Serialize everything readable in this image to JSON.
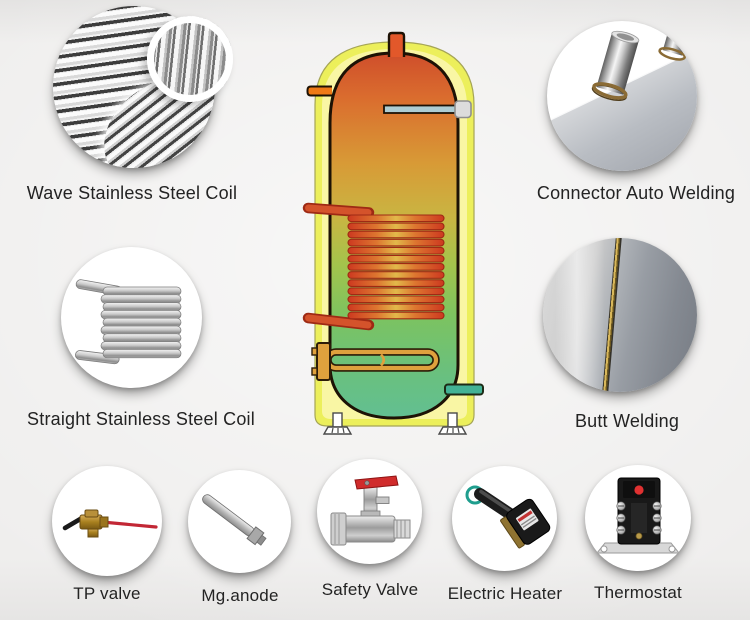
{
  "title": "Hot water tank cutaway with component callouts",
  "features": [
    {
      "label": "Wave Stainless Steel Coil"
    },
    {
      "label": "Connector Auto Welding"
    },
    {
      "label": "Straight Stainless Steel Coil"
    },
    {
      "label": "Butt Welding"
    }
  ],
  "parts": [
    {
      "label": "TP valve"
    },
    {
      "label": "Mg.anode"
    },
    {
      "label": "Safety Valve"
    },
    {
      "label": "Electric Heater"
    },
    {
      "label": "Thermostat"
    }
  ],
  "tank": {
    "graphic_parts": [
      "insulation-shell",
      "inner-tank",
      "top-outlet-port",
      "side-port",
      "magnesium-anode-rod",
      "heat-exchanger-coil",
      "coil-inlet-pipe",
      "coil-outlet-pipe",
      "electric-heater-element",
      "drain-port",
      "support-feet"
    ],
    "colors": {
      "insulation_outer": "#ecef5b",
      "insulation_inner": "#f9f6a4",
      "outline": "#1d1205",
      "hot_top": "#cf4e2b",
      "warm_mid": "#c9b542",
      "cool_bottom": "#62bf92",
      "coil_red": "#cd3920",
      "coil_highlight": "#e2b94a",
      "heater_gold": "#dfa13d",
      "anode_gray_blue": "#aecdd3",
      "anode_cap": "#dcdcdc",
      "drain_teal": "#43b295",
      "top_port": "#e2582a",
      "side_port": "#ef7a17"
    }
  },
  "text_color": "#232323"
}
